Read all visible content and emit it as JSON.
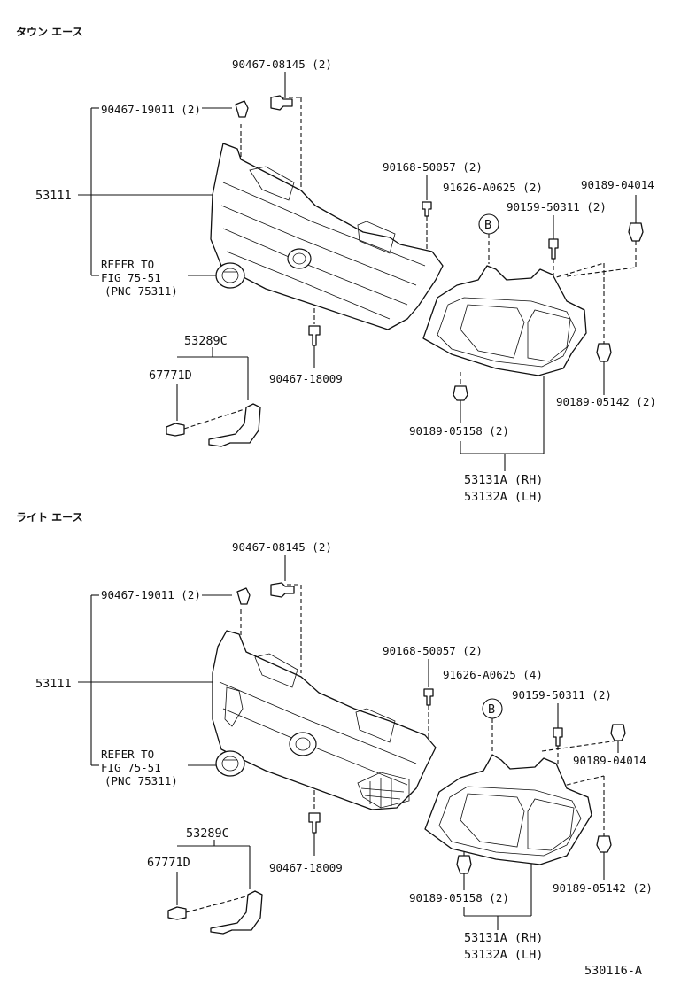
{
  "sections": [
    {
      "title": "タウン エース",
      "labels": {
        "p_90467_08145": "90467-08145 (2)",
        "p_90467_19011": "90467-19011 (2)",
        "p_53111": "53111",
        "refer_1": "REFER TO",
        "refer_2": "FIG 75-51",
        "refer_3": "(PNC 75311)",
        "p_53289c": "53289C",
        "p_67771d": "67771D",
        "p_90467_18009": "90467-18009",
        "p_90168_50057": "90168-50057 (2)",
        "p_91626_a0625": "91626-A0625 (2)",
        "p_90189_04014": "90189-04014",
        "p_90159_50311": "90159-50311 (2)",
        "callout_b": "B",
        "p_90189_05142": "90189-05142 (2)",
        "p_90189_05158": "90189-05158 (2)",
        "p_53131a": "53131A (RH)",
        "p_53132a": "53132A (LH)"
      }
    },
    {
      "title": "ライト エース",
      "labels": {
        "p_90467_08145": "90467-08145 (2)",
        "p_90467_19011": "90467-19011 (2)",
        "p_53111": "53111",
        "refer_1": "REFER TO",
        "refer_2": "FIG 75-51",
        "refer_3": "(PNC 75311)",
        "p_53289c": "53289C",
        "p_67771d": "67771D",
        "p_90467_18009": "90467-18009",
        "p_90168_50057": "90168-50057 (2)",
        "p_91626_a0625": "91626-A0625 (4)",
        "p_90189_04014": "90189-04014",
        "p_90159_50311": "90159-50311 (2)",
        "callout_b": "B",
        "p_90189_05142": "90189-05142 (2)",
        "p_90189_05158": "90189-05158 (2)",
        "p_53131a": "53131A (RH)",
        "p_53132a": "53132A (LH)"
      }
    }
  ],
  "figure_id": "530116-A"
}
